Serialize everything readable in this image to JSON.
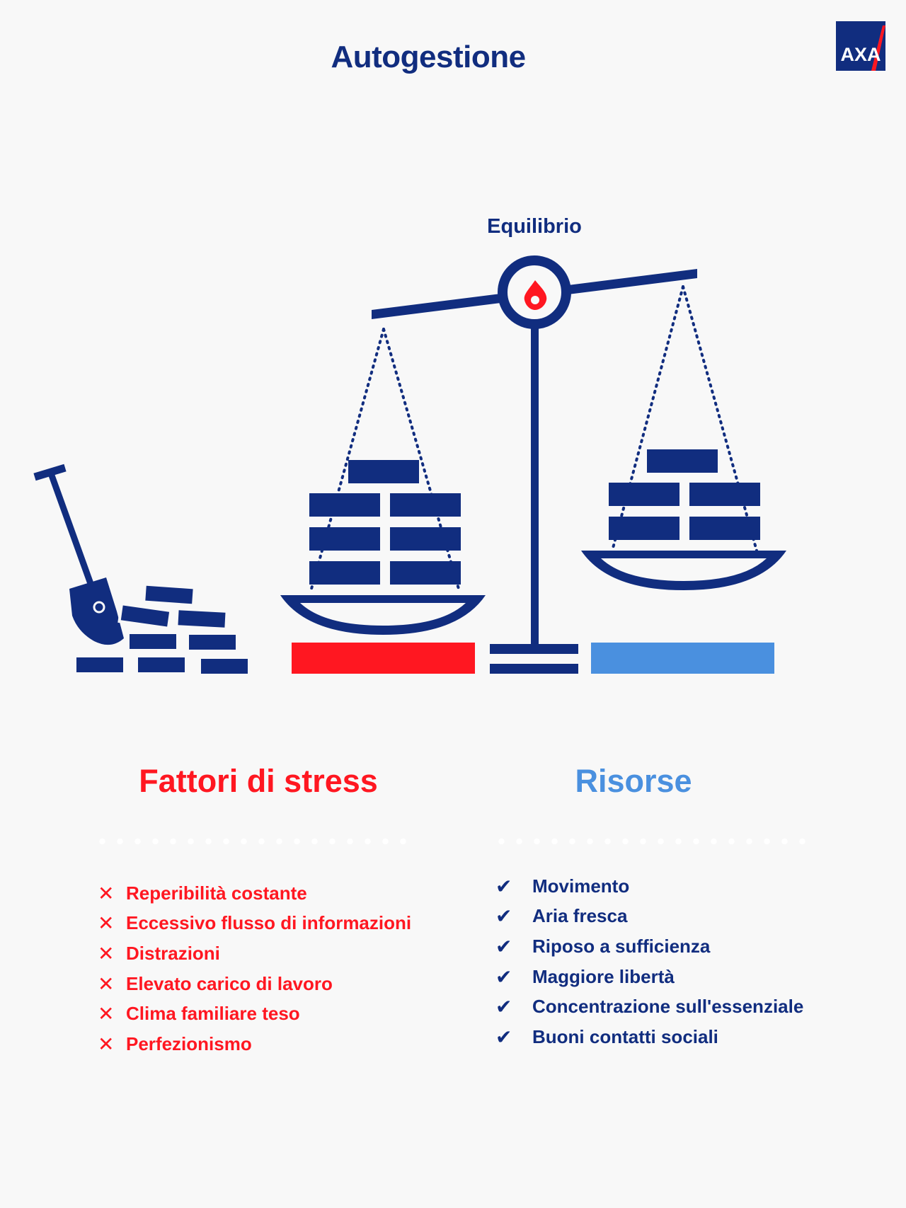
{
  "title": "Autogestione",
  "logo": {
    "text": "AXA",
    "bg": "#112d7f",
    "slash": "#ff1721"
  },
  "balance_label": "Equilibrio",
  "stress": {
    "heading": "Fattori di stress",
    "items": [
      "Reperibilità costante",
      "Eccessivo flusso di informazioni",
      "Distrazioni",
      "Elevato carico di lavoro",
      "Clima familiare teso",
      "Perfezionismo"
    ]
  },
  "resources": {
    "heading": "Risorse",
    "items": [
      "Movimento",
      "Aria fresca",
      "Riposo a sufficienza",
      "Maggiore libertà",
      "Concentrazione sull'essenziale",
      "Buoni contatti sociali"
    ]
  },
  "icons": {
    "stress_bullet": "x-mark-icon",
    "resource_bullet": "check-mark-icon"
  },
  "colors": {
    "navy": "#112d7f",
    "red": "#ff1721",
    "light_blue": "#4a90df",
    "background": "#f8f8f8"
  }
}
